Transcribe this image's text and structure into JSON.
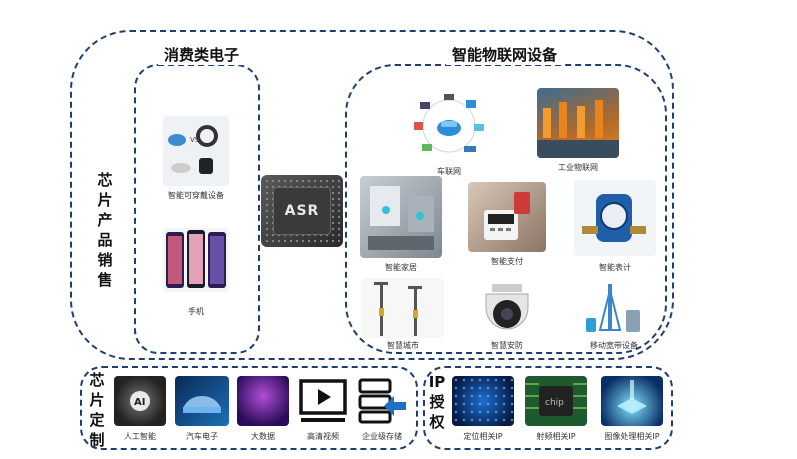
{
  "sections": {
    "consumer_title": "消费类电子",
    "iot_title": "智能物联网设备",
    "chip_sales_label": "芯片产品销售",
    "chip_custom_label": "芯片定制",
    "ip_license_label": "IP授权"
  },
  "chip_brand": "ASR",
  "consumer_items": [
    {
      "label": "智能可穿戴设备"
    },
    {
      "label": "手机"
    }
  ],
  "iot_items": [
    {
      "label": "车联网"
    },
    {
      "label": "工业物联网"
    },
    {
      "label": "智能家居"
    },
    {
      "label": "智能支付"
    },
    {
      "label": "智能表计"
    },
    {
      "label": "智慧城市"
    },
    {
      "label": "智慧安防"
    },
    {
      "label": "移动宽带设备"
    }
  ],
  "custom_items": [
    {
      "label": "人工智能"
    },
    {
      "label": "汽车电子"
    },
    {
      "label": "大数据"
    },
    {
      "label": "高清视频"
    },
    {
      "label": "企业级存储"
    }
  ],
  "ip_items": [
    {
      "label": "定位相关IP"
    },
    {
      "label": "射频相关IP"
    },
    {
      "label": "图像处理相关IP"
    }
  ]
}
